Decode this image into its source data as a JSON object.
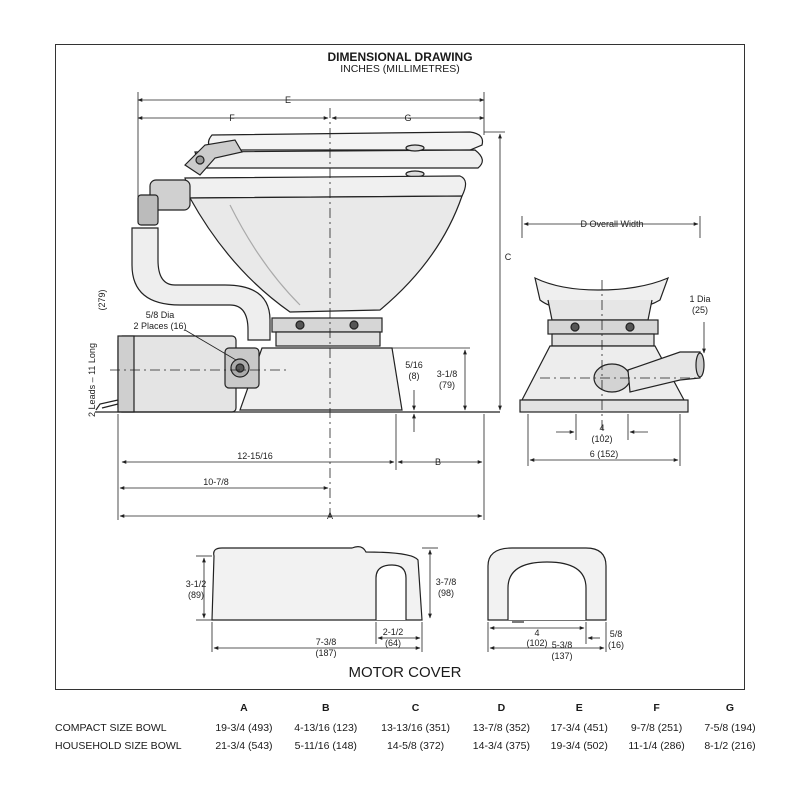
{
  "header": {
    "title": "DIMENSIONAL DRAWING",
    "subtitle": "INCHES (MILLIMETRES)"
  },
  "side_view": {
    "E": "E",
    "F": "F",
    "G": "G",
    "C": "C",
    "leads": "2 Leads – 11 Long",
    "leads_mm": "(279)",
    "dia_line1": "5/8 Dia",
    "dia_line2": "2 Places (16)",
    "five16": "5/16",
    "five16_mm": "(8)",
    "three18": "3-1/8",
    "three18_mm": "(79)",
    "d1": "12-15/16",
    "B": "B",
    "d2": "10-7/8",
    "A": "A"
  },
  "front_view": {
    "D": "D Overall Width",
    "onedia": "1 Dia",
    "onedia_mm": "(25)",
    "four": "4",
    "four_mm": "(102)",
    "six": "6 (152)"
  },
  "motor_cover": {
    "label": "MOTOR COVER",
    "h1": "3-1/2",
    "h1_mm": "(89)",
    "h2": "3-7/8",
    "h2_mm": "(98)",
    "w1": "2-1/2",
    "w1_mm": "(64)",
    "w2": "7-3/8",
    "w2_mm": "(187)",
    "w3": "4",
    "w3_mm": "(102)",
    "w4": "5-3/8",
    "w4_mm": "(137)",
    "w5": "5/8",
    "w5_mm": "(16)"
  },
  "table": {
    "headers": [
      "",
      "A",
      "B",
      "C",
      "D",
      "E",
      "F",
      "G"
    ],
    "rows": [
      [
        "COMPACT SIZE BOWL",
        "19-3/4 (493)",
        "4-13/16 (123)",
        "13-13/16 (351)",
        "13-7/8 (352)",
        "17-3/4 (451)",
        "9-7/8 (251)",
        "7-5/8 (194)"
      ],
      [
        "HOUSEHOLD SIZE BOWL",
        "21-3/4 (543)",
        "5-11/16 (148)",
        "14-5/8 (372)",
        "14-3/4 (375)",
        "19-3/4 (502)",
        "11-1/4 (286)",
        "8-1/2 (216)"
      ]
    ]
  }
}
